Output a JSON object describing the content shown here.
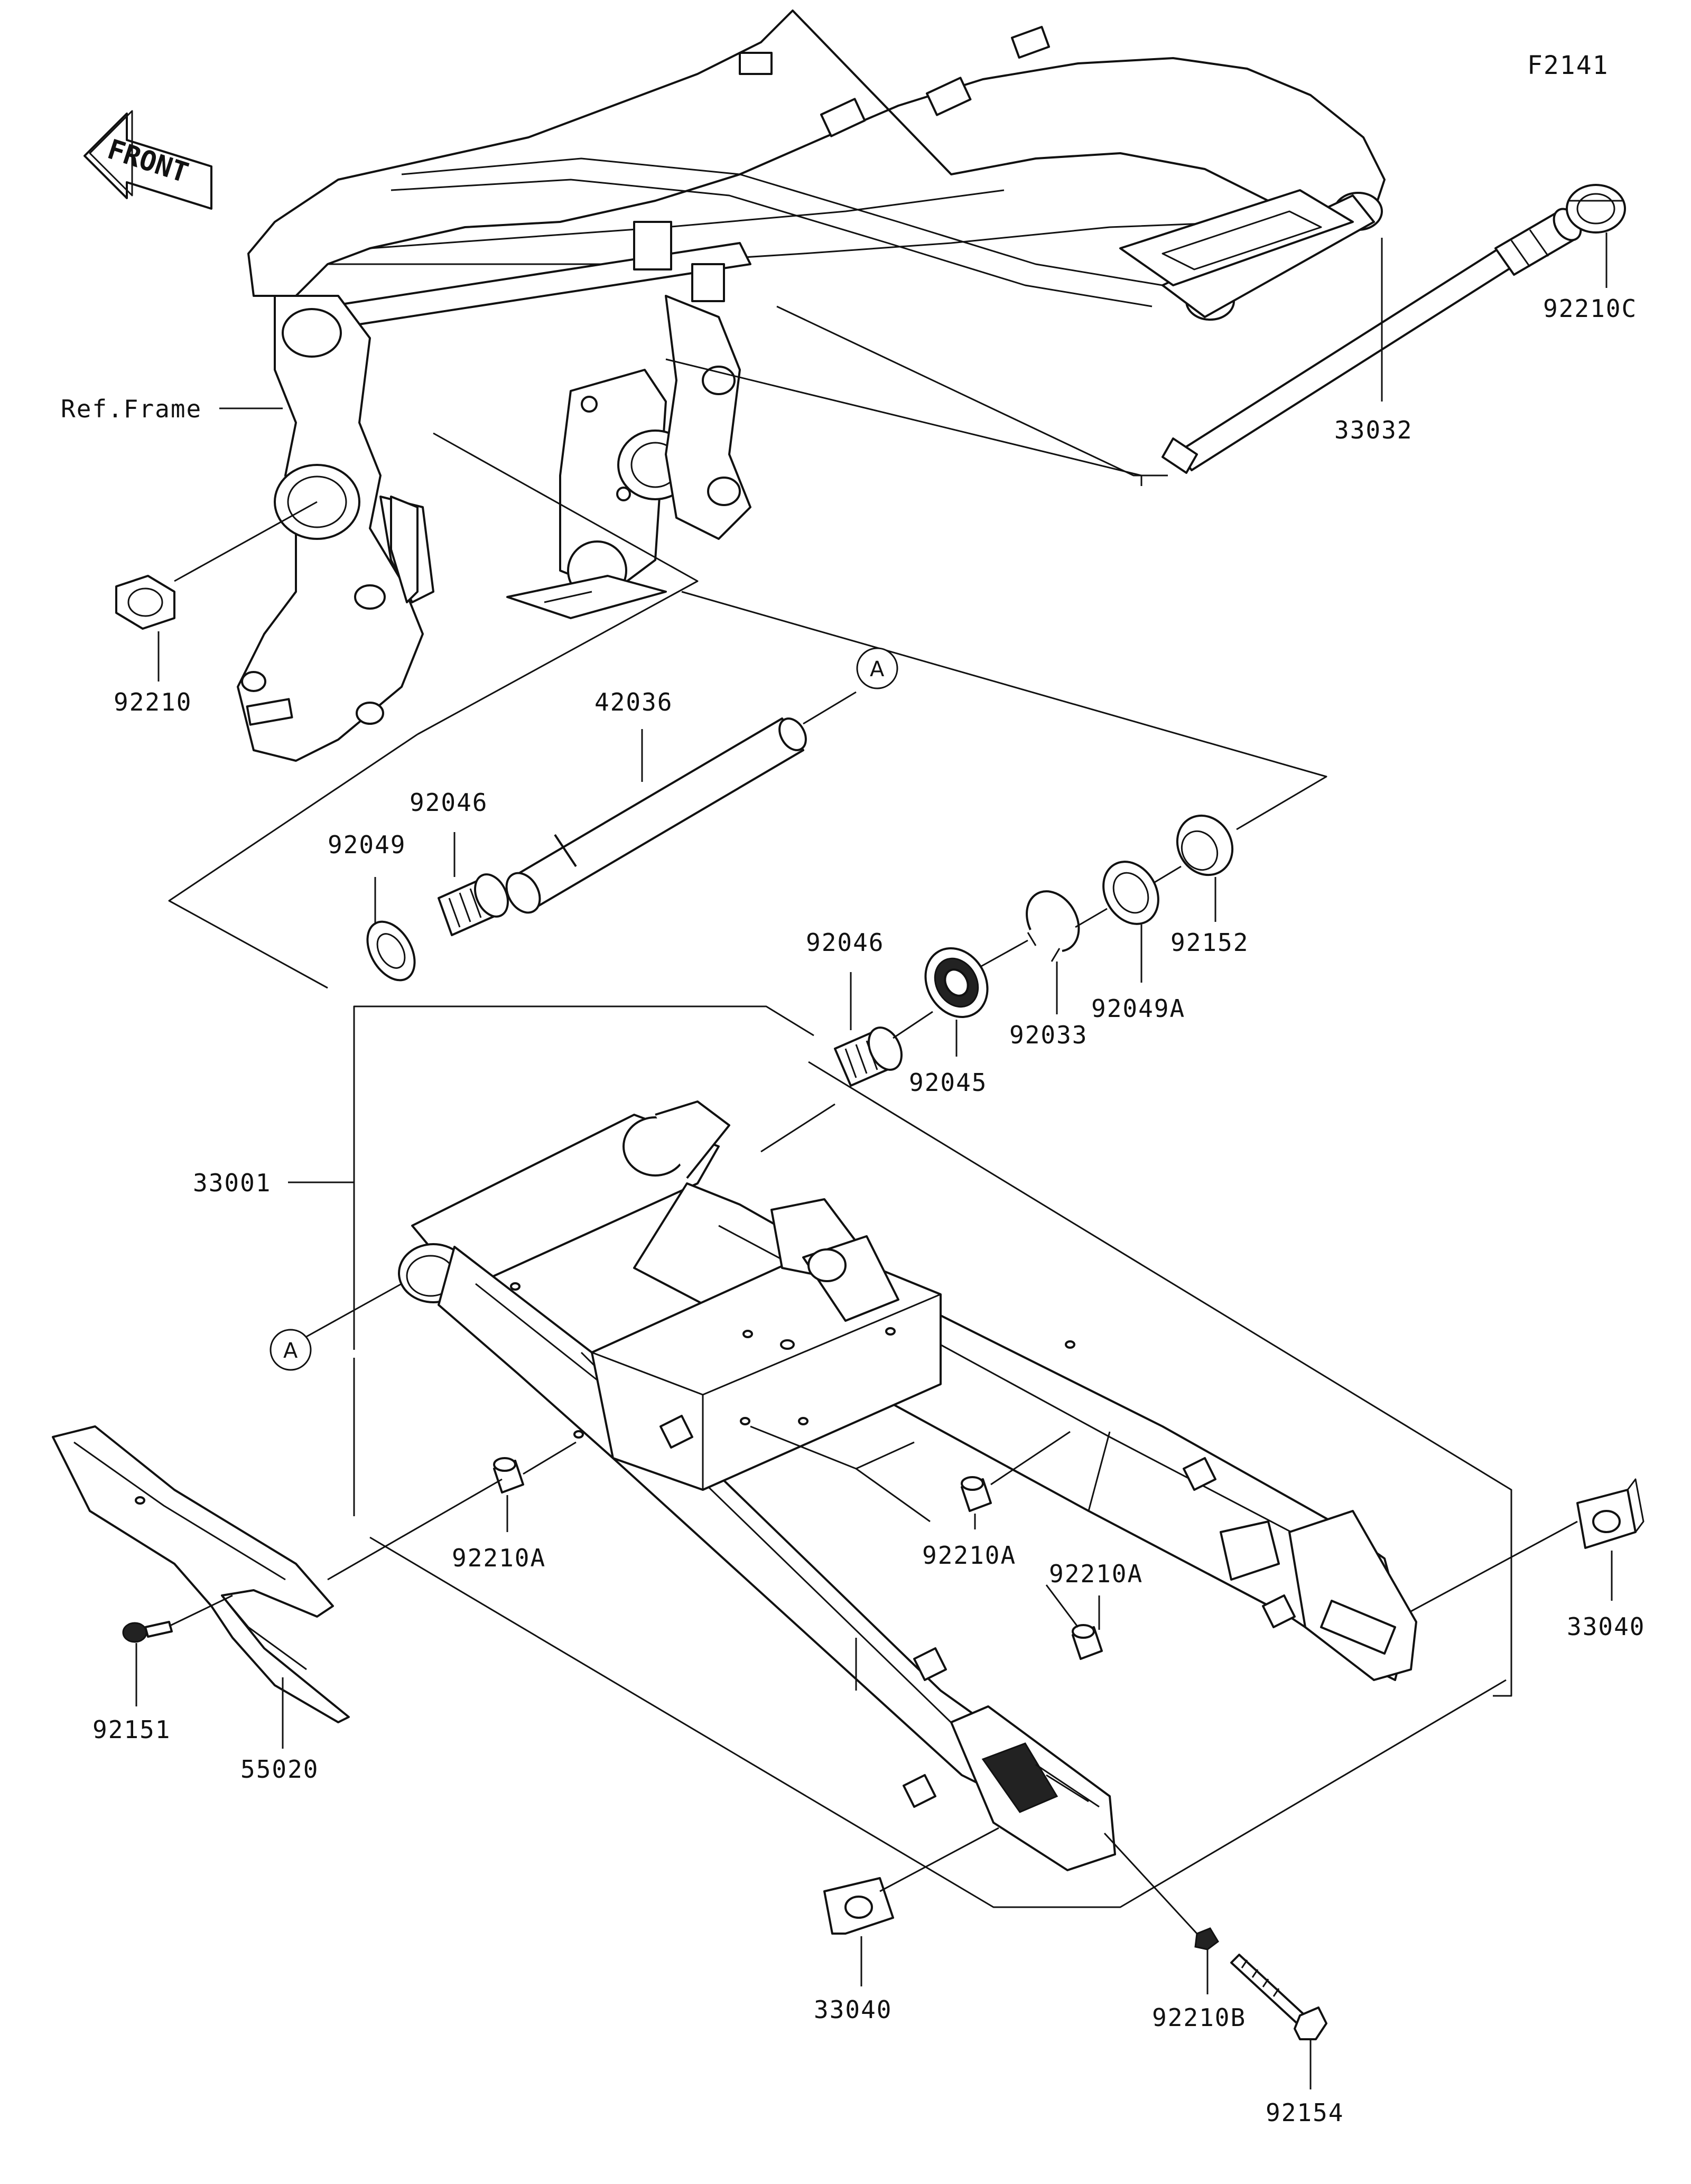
{
  "figure_code": "F2141",
  "front_arrow_label": "FRONT",
  "reference_label": "Ref.Frame",
  "callout_marker": "A",
  "parts": [
    {
      "id": "p-33032",
      "label": "33032"
    },
    {
      "id": "p-92210c",
      "label": "92210C"
    },
    {
      "id": "p-92210",
      "label": "92210"
    },
    {
      "id": "p-42036",
      "label": "42036"
    },
    {
      "id": "p-92046-a",
      "label": "92046"
    },
    {
      "id": "p-92049",
      "label": "92049"
    },
    {
      "id": "p-92046-b",
      "label": "92046"
    },
    {
      "id": "p-92045",
      "label": "92045"
    },
    {
      "id": "p-92033",
      "label": "92033"
    },
    {
      "id": "p-92049a",
      "label": "92049A"
    },
    {
      "id": "p-92152",
      "label": "92152"
    },
    {
      "id": "p-33001",
      "label": "33001"
    },
    {
      "id": "p-92210a-1",
      "label": "92210A"
    },
    {
      "id": "p-92210a-2",
      "label": "92210A"
    },
    {
      "id": "p-92210a-3",
      "label": "92210A"
    },
    {
      "id": "p-33040-r",
      "label": "33040"
    },
    {
      "id": "p-92151",
      "label": "92151"
    },
    {
      "id": "p-55020",
      "label": "55020"
    },
    {
      "id": "p-33040-l",
      "label": "33040"
    },
    {
      "id": "p-92210b",
      "label": "92210B"
    },
    {
      "id": "p-92154",
      "label": "92154"
    }
  ]
}
